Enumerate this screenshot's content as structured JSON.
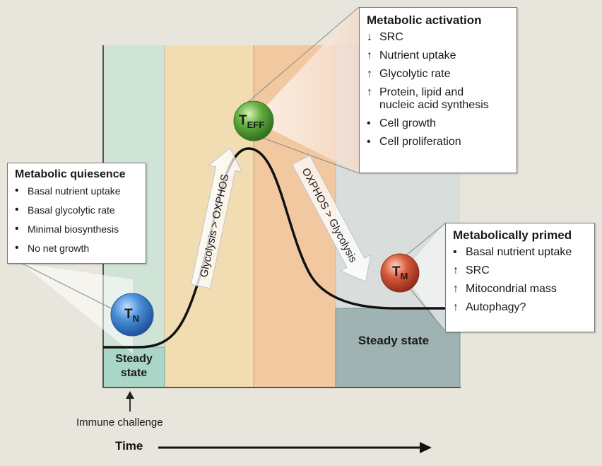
{
  "colors": {
    "background": "#e8e6dc",
    "naive_panel": "#cfe3d6",
    "glycolysis_panel": "#f2ddb2",
    "oxphos_panel": "#f2c8a0",
    "memory_panel": "#d9dddb",
    "steady_naive": "#a9d6c6",
    "steady_memory": "#9fb3b3",
    "naive_cell": "#3b80cc",
    "effector_cell": "#5aa33a",
    "memory_cell": "#cf4f35"
  },
  "cells": {
    "naive": {
      "base": "T",
      "sub": "N",
      "icon": "blue-sphere"
    },
    "effector": {
      "base": "T",
      "sub": "EFF",
      "icon": "green-sphere"
    },
    "memory": {
      "base": "T",
      "sub": "M",
      "icon": "red-sphere"
    }
  },
  "steady_states": {
    "naive_line1": "Steady",
    "naive_line2": "state",
    "memory": "Steady state"
  },
  "arrows": {
    "rise": "Glycolysis > OXPHOS",
    "fall": "OXPHOS > Glycolysis"
  },
  "immune_challenge": "Immune challenge",
  "time_label": "Time",
  "boxes": {
    "quiescence": {
      "title": "Metabolic quiesence",
      "items": [
        {
          "symbol": "•",
          "text": "Basal nutrient uptake"
        },
        {
          "symbol": "•",
          "text": "Basal glycolytic rate"
        },
        {
          "symbol": "•",
          "text": "Minimal biosynthesis"
        },
        {
          "symbol": "•",
          "text": "No net growth"
        }
      ]
    },
    "activation": {
      "title": "Metabolic activation",
      "items": [
        {
          "symbol": "↓",
          "text": "SRC"
        },
        {
          "symbol": "↑",
          "text": "Nutrient uptake"
        },
        {
          "symbol": "↑",
          "text": "Glycolytic rate"
        },
        {
          "symbol": "↑",
          "line1": "Protein, lipid and",
          "line2": "nucleic acid synthesis"
        },
        {
          "symbol": "•",
          "text": "Cell growth"
        },
        {
          "symbol": "•",
          "text": "Cell proliferation"
        }
      ]
    },
    "primed": {
      "title": "Metabolically primed",
      "items": [
        {
          "symbol": "•",
          "text": "Basal nutrient uptake"
        },
        {
          "symbol": "↑",
          "text": "SRC"
        },
        {
          "symbol": "↑",
          "text": "Mitocondrial mass"
        },
        {
          "symbol": "↑",
          "text": "Autophagy?"
        }
      ]
    }
  }
}
